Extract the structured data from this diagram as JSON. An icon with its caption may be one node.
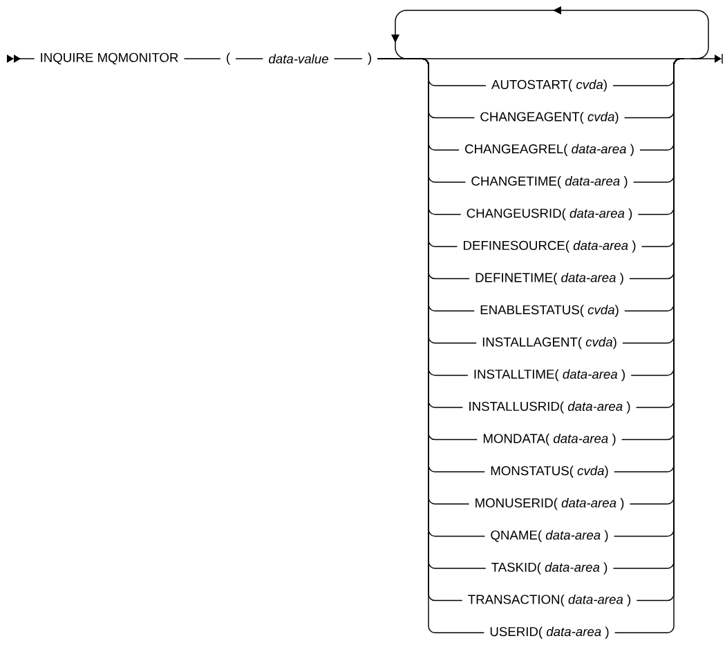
{
  "diagram": {
    "nodes": [
      {
        "text": [
          "INQUIRE MQMONITOR"
        ]
      },
      {
        "text": [
          "("
        ]
      },
      {
        "text": [
          "data-value"
        ]
      },
      {
        "text": [
          ")"
        ]
      },
      {
        "text": [
          "AUTOSTART( *cvda*)"
        ]
      },
      {
        "text": [
          "CHANGEAGENT( *cvda*)"
        ]
      },
      {
        "text": [
          "CHANGEAGREL( *data-area* )"
        ]
      },
      {
        "text": [
          "CHANGETIME( *data-area* )"
        ]
      },
      {
        "text": [
          "CHANGEUSRID( *data-area* )"
        ]
      },
      {
        "text": [
          "DEFINESOURCE( *data-area* )"
        ]
      },
      {
        "text": [
          "DEFINETIME( *data-area* )"
        ]
      },
      {
        "text": [
          "ENABLESTATUS( *cvda*)"
        ]
      },
      {
        "text": [
          "INSTALLAGENT( *cvda*)"
        ]
      },
      {
        "text": [
          "INSTALLTIME( *data-area* )"
        ]
      },
      {
        "text": [
          "INSTALLUSRID( *data-area* )"
        ]
      },
      {
        "text": [
          "MONDATA( *data-area* )"
        ]
      },
      {
        "text": [
          "MONSTATUS( *cvda*)"
        ]
      },
      {
        "text": [
          "MONUSERID( *data-area* )"
        ]
      },
      {
        "text": [
          "QNAME( *data-area* )"
        ]
      },
      {
        "text": [
          "TASKID( *data-area* )"
        ]
      },
      {
        "text": [
          "TRANSACTION( *data-area* )"
        ]
      },
      {
        "text": [
          "USERID( *data-area* )"
        ]
      }
    ],
    "edges": [
      {
        "from": 0,
        "to": 1,
        "arrow": "none"
      },
      {
        "from": 1,
        "to": 2,
        "arrow": "none"
      },
      {
        "from": 2,
        "to": 3,
        "arrow": "none"
      },
      {
        "from": 3,
        "to": 4,
        "arrow": "none"
      },
      {
        "from": 3,
        "to": 5,
        "arrow": "none"
      },
      {
        "from": 3,
        "to": 6,
        "arrow": "none"
      },
      {
        "from": 3,
        "to": 7,
        "arrow": "none"
      },
      {
        "from": 3,
        "to": 8,
        "arrow": "none"
      },
      {
        "from": 3,
        "to": 9,
        "arrow": "none"
      },
      {
        "from": 3,
        "to": 10,
        "arrow": "none"
      },
      {
        "from": 3,
        "to": 11,
        "arrow": "none"
      },
      {
        "from": 3,
        "to": 12,
        "arrow": "none"
      },
      {
        "from": 3,
        "to": 13,
        "arrow": "none"
      },
      {
        "from": 3,
        "to": 14,
        "arrow": "none"
      },
      {
        "from": 3,
        "to": 15,
        "arrow": "none"
      },
      {
        "from": 3,
        "to": 16,
        "arrow": "none"
      },
      {
        "from": 3,
        "to": 17,
        "arrow": "none"
      },
      {
        "from": 3,
        "to": 18,
        "arrow": "none"
      },
      {
        "from": 3,
        "to": 19,
        "arrow": "none"
      },
      {
        "from": 3,
        "to": 20,
        "arrow": "none"
      },
      {
        "from": 3,
        "to": 21,
        "arrow": "none"
      },
      {
        "from": 4,
        "to": null,
        "arrow": "none"
      },
      {
        "from": 5,
        "to": null,
        "arrow": "none"
      },
      {
        "from": 6,
        "to": null,
        "arrow": "none"
      },
      {
        "from": 7,
        "to": null,
        "arrow": "none"
      },
      {
        "from": 8,
        "to": null,
        "arrow": "none"
      },
      {
        "from": 9,
        "to": null,
        "arrow": "none"
      },
      {
        "from": 10,
        "to": null,
        "arrow": "none"
      },
      {
        "from": 11,
        "to": null,
        "arrow": "none"
      },
      {
        "from": 12,
        "to": null,
        "arrow": "none"
      },
      {
        "from": 13,
        "to": null,
        "arrow": "none"
      },
      {
        "from": 14,
        "to": null,
        "arrow": "none"
      },
      {
        "from": 15,
        "to": null,
        "arrow": "none"
      },
      {
        "from": 16,
        "to": null,
        "arrow": "none"
      },
      {
        "from": 17,
        "to": null,
        "arrow": "none"
      },
      {
        "from": 18,
        "to": null,
        "arrow": "none"
      },
      {
        "from": 19,
        "to": null,
        "arrow": "none"
      },
      {
        "from": 20,
        "to": null,
        "arrow": "none"
      },
      {
        "from": 21,
        "to": null,
        "arrow": "none"
      }
    ]
  }
}
